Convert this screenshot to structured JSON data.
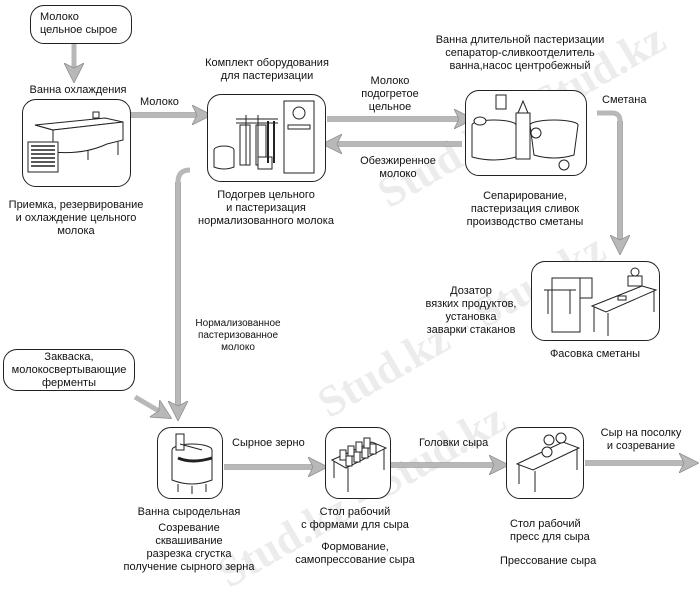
{
  "watermark": {
    "text": "Stud.kz - Stud.kz"
  },
  "nodes": {
    "raw_milk": {
      "label_lines": [
        "Молоко",
        "цельное сырое"
      ]
    },
    "cooling": {
      "title": "Ванна охлаждения",
      "equipment_icon": "cooling-tank-icon",
      "caption_lines": [
        "Приемка, резервирование",
        "и охлаждение цельного",
        "молока"
      ]
    },
    "pasteurization": {
      "title_lines": [
        "Комплект оборудования",
        "для пастеризации"
      ],
      "equipment_icon": "pasteurization-unit-icon",
      "caption_lines": [
        "Подогрев цельного",
        "и пастеризация",
        "нормализованного молока"
      ]
    },
    "separation": {
      "title_lines": [
        "Ванна длительной пастеризации",
        "сепаратор-сливкоотделитель",
        "ванна,насос центробежный"
      ],
      "equipment_icon": "separator-tanks-icon",
      "caption_lines": [
        "Сепарирование,",
        "пастеризация сливок",
        "производство сметаны"
      ]
    },
    "packaging": {
      "side_lines": [
        "Дозатор",
        "вязких продуктов,",
        "установка",
        "заварки стаканов"
      ],
      "equipment_icon": "filling-machine-icon",
      "caption": "Фасовка сметаны"
    },
    "starter": {
      "label_lines": [
        "Закваска,",
        "молокосвертывающие",
        "ферменты"
      ]
    },
    "cheese_vat": {
      "title": "Ванна сыродельная",
      "equipment_icon": "cheese-vat-icon",
      "caption_lines": [
        "Созревание",
        "сквашивание",
        "разрезка сгустка",
        "получение сырного зерна"
      ]
    },
    "forming": {
      "equipment_icon": "forming-table-icon",
      "caption_lines": [
        "Стол рабочий",
        "с формами для сыра"
      ],
      "caption2_lines": [
        "Формование,",
        "самопрессование сыра"
      ]
    },
    "pressing": {
      "equipment_icon": "press-table-icon",
      "caption_lines": [
        "Стол рабочий",
        "пресс для сыра"
      ],
      "caption2": "Прессование сыра"
    }
  },
  "flows": {
    "milk": "Молоко",
    "heated_milk_lines": [
      "Молоко",
      "подогретое",
      "цельное"
    ],
    "skim_milk_lines": [
      "Обезжиренное",
      "молоко"
    ],
    "sour_cream": "Сметана",
    "normalized_milk_lines": [
      "Нормализованное",
      "пастеризованное",
      "молоко"
    ],
    "cheese_grain": "Сырное зерно",
    "cheese_heads": "Головки сыра",
    "to_salting_lines": [
      "Сыр на посолку",
      "и созревание"
    ]
  },
  "colors": {
    "arrow": "#b8b8b8",
    "arrow_edge": "#8c8c8c",
    "stroke": "#222222"
  }
}
